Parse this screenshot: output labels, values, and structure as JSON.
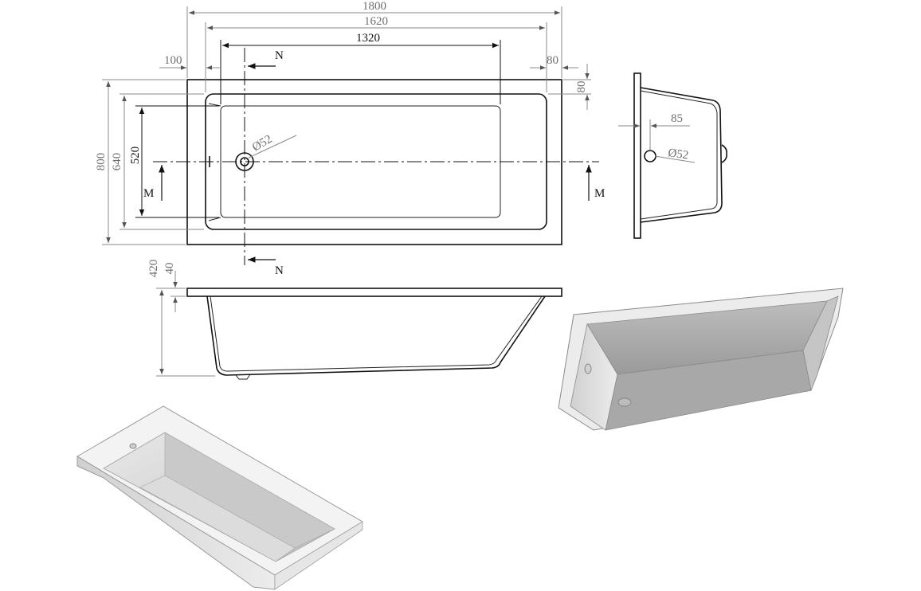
{
  "plan_view": {
    "overall_length": "1800",
    "frame_length": "1620",
    "basin_length": "1320",
    "end_rim_left": "100",
    "end_rim_right": "80",
    "side_rim": "80",
    "overall_width": "800",
    "frame_width": "640",
    "basin_width": "520",
    "waste_diameter": "Ø52",
    "section_n": "N",
    "section_m": "M"
  },
  "end_view": {
    "waste_offset": "85",
    "waste_diameter": "Ø52"
  },
  "side_view": {
    "overall_height": "420",
    "rim_thickness": "40"
  },
  "colors": {
    "line": "#111111",
    "dimension": "#8a8a8a",
    "render_light": "#f2f2f2",
    "render_mid": "#d6d6d6",
    "render_dark": "#a9a9a9"
  }
}
